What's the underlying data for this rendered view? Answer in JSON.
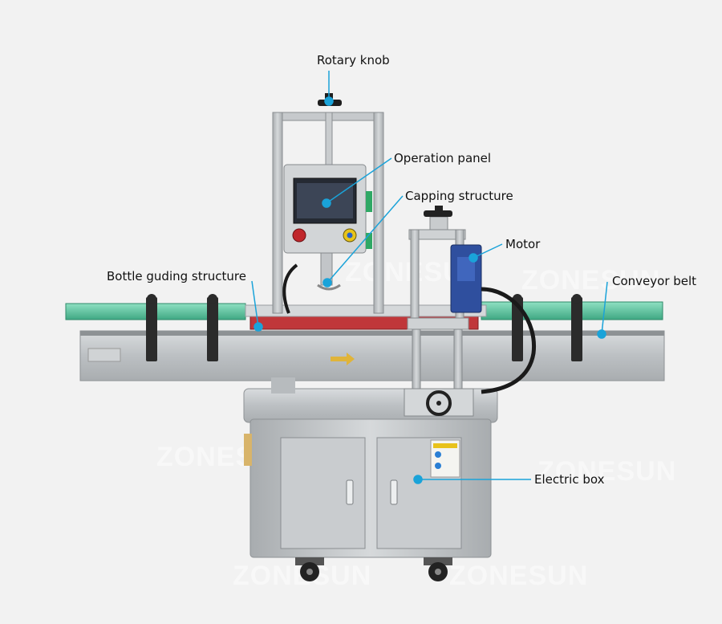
{
  "watermark": "ZONESUN",
  "colors": {
    "callout": "#1aa3d9",
    "steel": "#bfc3c6",
    "guide_rail": "#58c7a0",
    "bed": "#c0373a",
    "motor": "#2f4f9e"
  },
  "callouts": {
    "rotary_knob": "Rotary knob",
    "operation_panel": "Operation panel",
    "capping_structure": "Capping structure",
    "motor": "Motor",
    "bottle_guiding_structure": "Bottle guding structure",
    "conveyor_belt": "Conveyor belt",
    "electric_box": "Electric box"
  },
  "icons": {
    "emergency_stop": "red-stop-button",
    "start_button": "yellow-start-button",
    "direction_arrow": "arrow-right-icon",
    "hand_wheel": "handwheel-icon"
  }
}
